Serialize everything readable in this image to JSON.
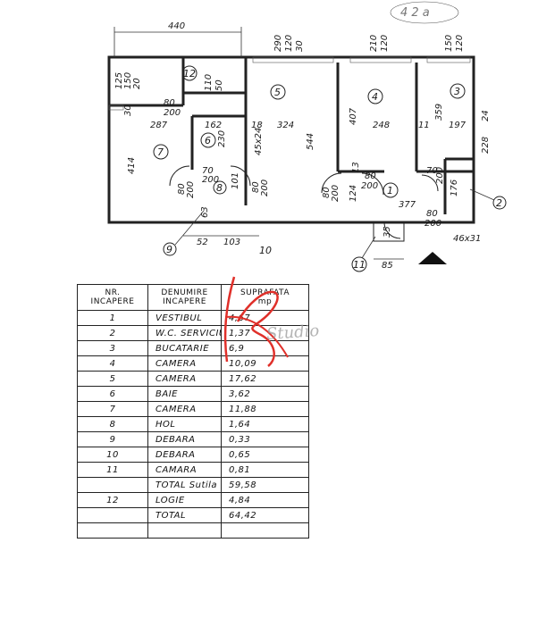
{
  "plan": {
    "dims": {
      "d440": "440",
      "d290": "290",
      "d30a": "30",
      "d210": "210",
      "d120a": "120",
      "d150": "150",
      "d120b": "120",
      "d125": "125",
      "d150b": "150",
      "d20": "20",
      "d110": "110",
      "d50": "50",
      "d30b": "30",
      "d80a": "80",
      "d200a": "200",
      "d287": "287",
      "d162": "162",
      "d18": "18",
      "d324": "324",
      "d407": "407",
      "d248": "248",
      "d11": "11",
      "d359": "359",
      "d197": "197",
      "d24": "24",
      "d228": "228",
      "d414": "414",
      "d230": "230",
      "d544": "544",
      "d70a": "70",
      "d200b": "200",
      "d101": "101",
      "d4524": "45x24",
      "d80b": "80",
      "d200c": "200",
      "d13": "13",
      "d80c": "80",
      "d200d": "200",
      "d124": "124",
      "d377": "377",
      "d80d": "80",
      "d200e": "200",
      "d70b": "70",
      "d200f": "200",
      "d176": "176",
      "d80e": "80",
      "d200g": "200",
      "d63": "63",
      "d52": "52",
      "d103": "103",
      "d35": "35",
      "d85": "85",
      "d4631": "46x31",
      "d80f": "80",
      "d200h": "200"
    },
    "room_numbers": {
      "r1": "1",
      "r2": "2",
      "r3": "3",
      "r4": "4",
      "r5": "5",
      "r6": "6",
      "r7": "7",
      "r8": "8",
      "r9": "9",
      "r10": "10",
      "r11": "11",
      "r12": "12"
    },
    "corner_scribble": "4 2 a"
  },
  "table": {
    "headers": {
      "nr": "NR.\nINCAPERE",
      "name": "DENUMIRE\nINCAPERE",
      "area": "SUPRAFATA\nmp"
    },
    "rows": [
      {
        "nr": "1",
        "name": "VESTIBUL",
        "area": "4,67"
      },
      {
        "nr": "2",
        "name": "W.C. SERVICIU",
        "area": "1,37"
      },
      {
        "nr": "3",
        "name": "BUCATARIE",
        "area": "6,9"
      },
      {
        "nr": "4",
        "name": "CAMERA",
        "area": "10,09"
      },
      {
        "nr": "5",
        "name": "CAMERA",
        "area": "17,62"
      },
      {
        "nr": "6",
        "name": "BAIE",
        "area": "3,62"
      },
      {
        "nr": "7",
        "name": "CAMERA",
        "area": "11,88"
      },
      {
        "nr": "8",
        "name": "HOL",
        "area": "1,64"
      },
      {
        "nr": "9",
        "name": "DEBARA",
        "area": "0,33"
      },
      {
        "nr": "10",
        "name": "DEBARA",
        "area": "0,65"
      },
      {
        "nr": "11",
        "name": "CAMARA",
        "area": "0,81"
      },
      {
        "nr": "",
        "name": "TOTAL Sutila",
        "area": "59,58"
      },
      {
        "nr": "12",
        "name": "LOGIE",
        "area": "4,84"
      },
      {
        "nr": "",
        "name": "TOTAL",
        "area": "64,42"
      },
      {
        "nr": "",
        "name": "",
        "area": ""
      }
    ]
  },
  "watermark": {
    "text": "Studio",
    "color": "#e0302a"
  }
}
